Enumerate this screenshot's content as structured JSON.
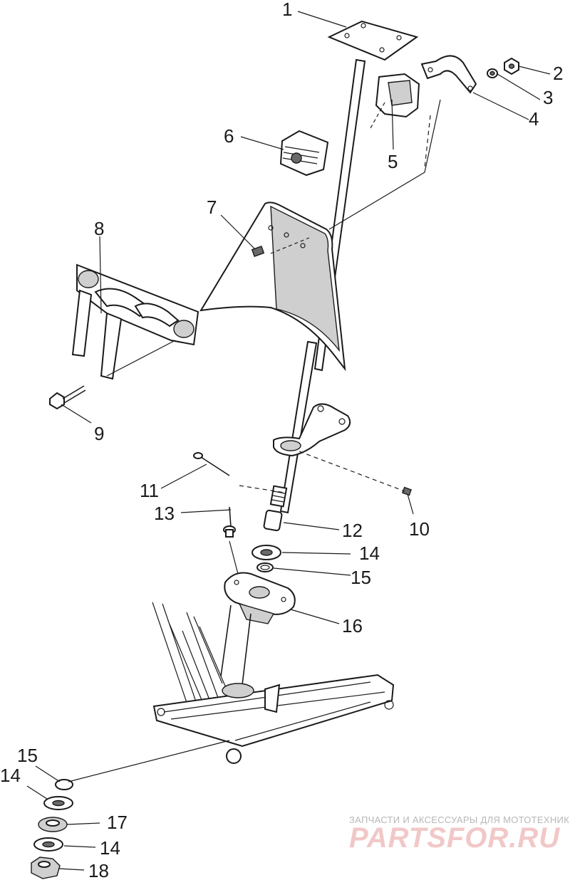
{
  "callouts": [
    "1",
    "2",
    "3",
    "4",
    "5",
    "6",
    "7",
    "8",
    "9",
    "10",
    "11",
    "12",
    "13",
    "14",
    "15",
    "16",
    "17",
    "18"
  ],
  "lower_callouts": {
    "c15b": "15",
    "c14b": "14",
    "c17": "17",
    "c14c": "14",
    "c18": "18"
  },
  "watermark": {
    "caption": "ЗАПЧАСТИ И АКСЕССУАРЫ ДЛЯ МОТОТЕХНИКИ",
    "logo": "PARTSFOR.RU"
  }
}
